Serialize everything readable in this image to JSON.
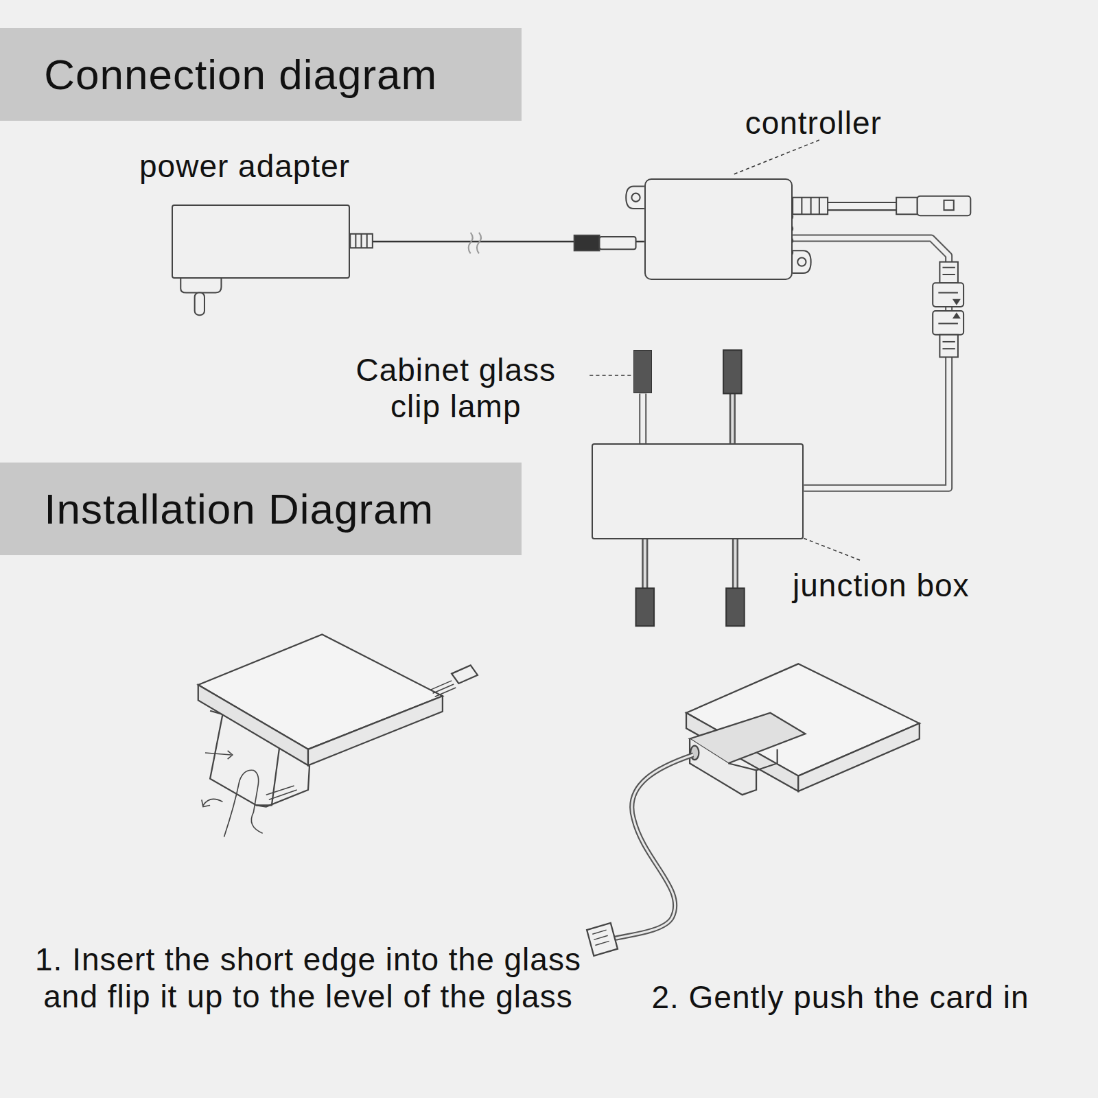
{
  "diagram": {
    "nodes": [
      {
        "text": [
          "Connection diagram"
        ]
      },
      {
        "text": [
          "power adapter"
        ]
      },
      {
        "text": [
          "controller"
        ]
      },
      {
        "text": [
          "Cabinet glass clip lamp"
        ]
      },
      {
        "text": [
          "junction box"
        ]
      },
      {
        "text": [
          "Installation Diagram"
        ]
      }
    ],
    "edges": [
      {
        "from": 1,
        "to": 2,
        "arrow": "none"
      },
      {
        "from": 2,
        "to": 4,
        "arrow": "none"
      },
      {
        "from": 3,
        "to": 4,
        "arrow": "none"
      }
    ],
    "labels": [
      "1. Insert the short edge into the glass and flip it up to the level of the glass",
      "2. Gently push the card in"
    ]
  }
}
